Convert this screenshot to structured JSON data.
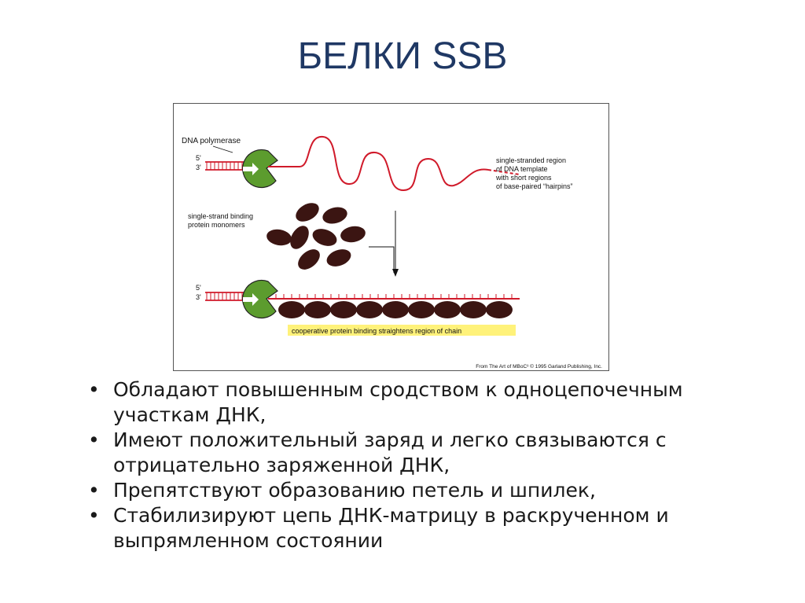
{
  "slide": {
    "title": "БЕЛКИ SSB"
  },
  "figure": {
    "label_polymerase": "DNA polymerase",
    "label_5prime_top": "5'",
    "label_3prime_top": "3'",
    "label_5prime_bottom": "5'",
    "label_3prime_bottom": "3'",
    "label_ss_region": [
      "single-stranded region",
      "of DNA template",
      "with short regions",
      "of base-paired “hairpins”"
    ],
    "label_ssb": [
      "single-strand binding",
      "protein monomers"
    ],
    "caption_box": "cooperative protein binding straightens region of chain",
    "credit": "From The Art of MBoC³ © 1995 Garland Publishing, Inc.",
    "colors": {
      "strand": "#d01a2a",
      "polymerase": "#5c9c2e",
      "protein": "#3b1512",
      "highlight": "#fff27a"
    }
  },
  "bullets": [
    "Обладают повышенным сродством к одноцепочечным участкам ДНК,",
    "Имеют положительный заряд и легко связываются с отрицательно заряженной ДНК,",
    "Препятствуют образованию петель и шпилек,",
    "Стабилизируют цепь ДНК-матрицу в раскрученном и выпрямленном состоянии"
  ]
}
